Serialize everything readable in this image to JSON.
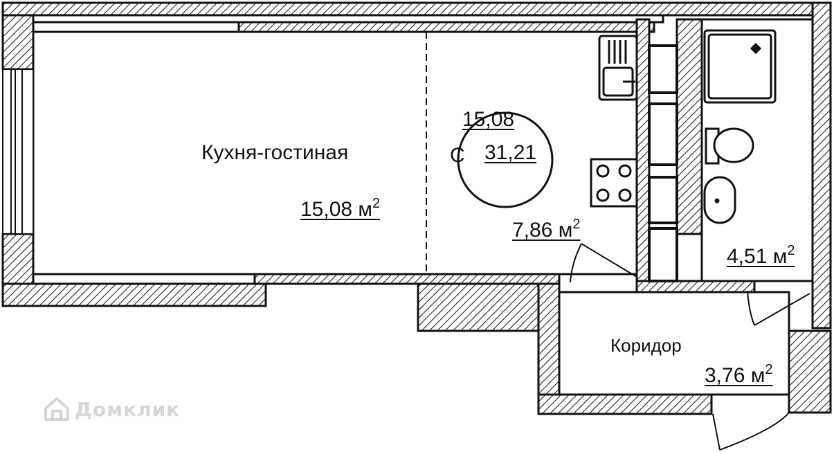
{
  "rooms": {
    "kitchen_living": {
      "name": "Кухня-гостиная",
      "area": "15,08 м",
      "area_sup": "2"
    },
    "kitchen_zone": {
      "area": "7,86 м",
      "area_sup": "2"
    },
    "bathroom": {
      "area": "4,51 м",
      "area_sup": "2"
    },
    "corridor": {
      "name": "Коридор",
      "area": "3,76 м",
      "area_sup": "2"
    }
  },
  "summary_circle": {
    "top_value": "15,08",
    "type_letter": "С",
    "total_value": "31,21"
  },
  "watermark": {
    "text": "Домклик",
    "icon": "house-logo-icon"
  },
  "colors": {
    "ink": "#111111",
    "hatch": "#333333",
    "background": "#ffffff"
  }
}
